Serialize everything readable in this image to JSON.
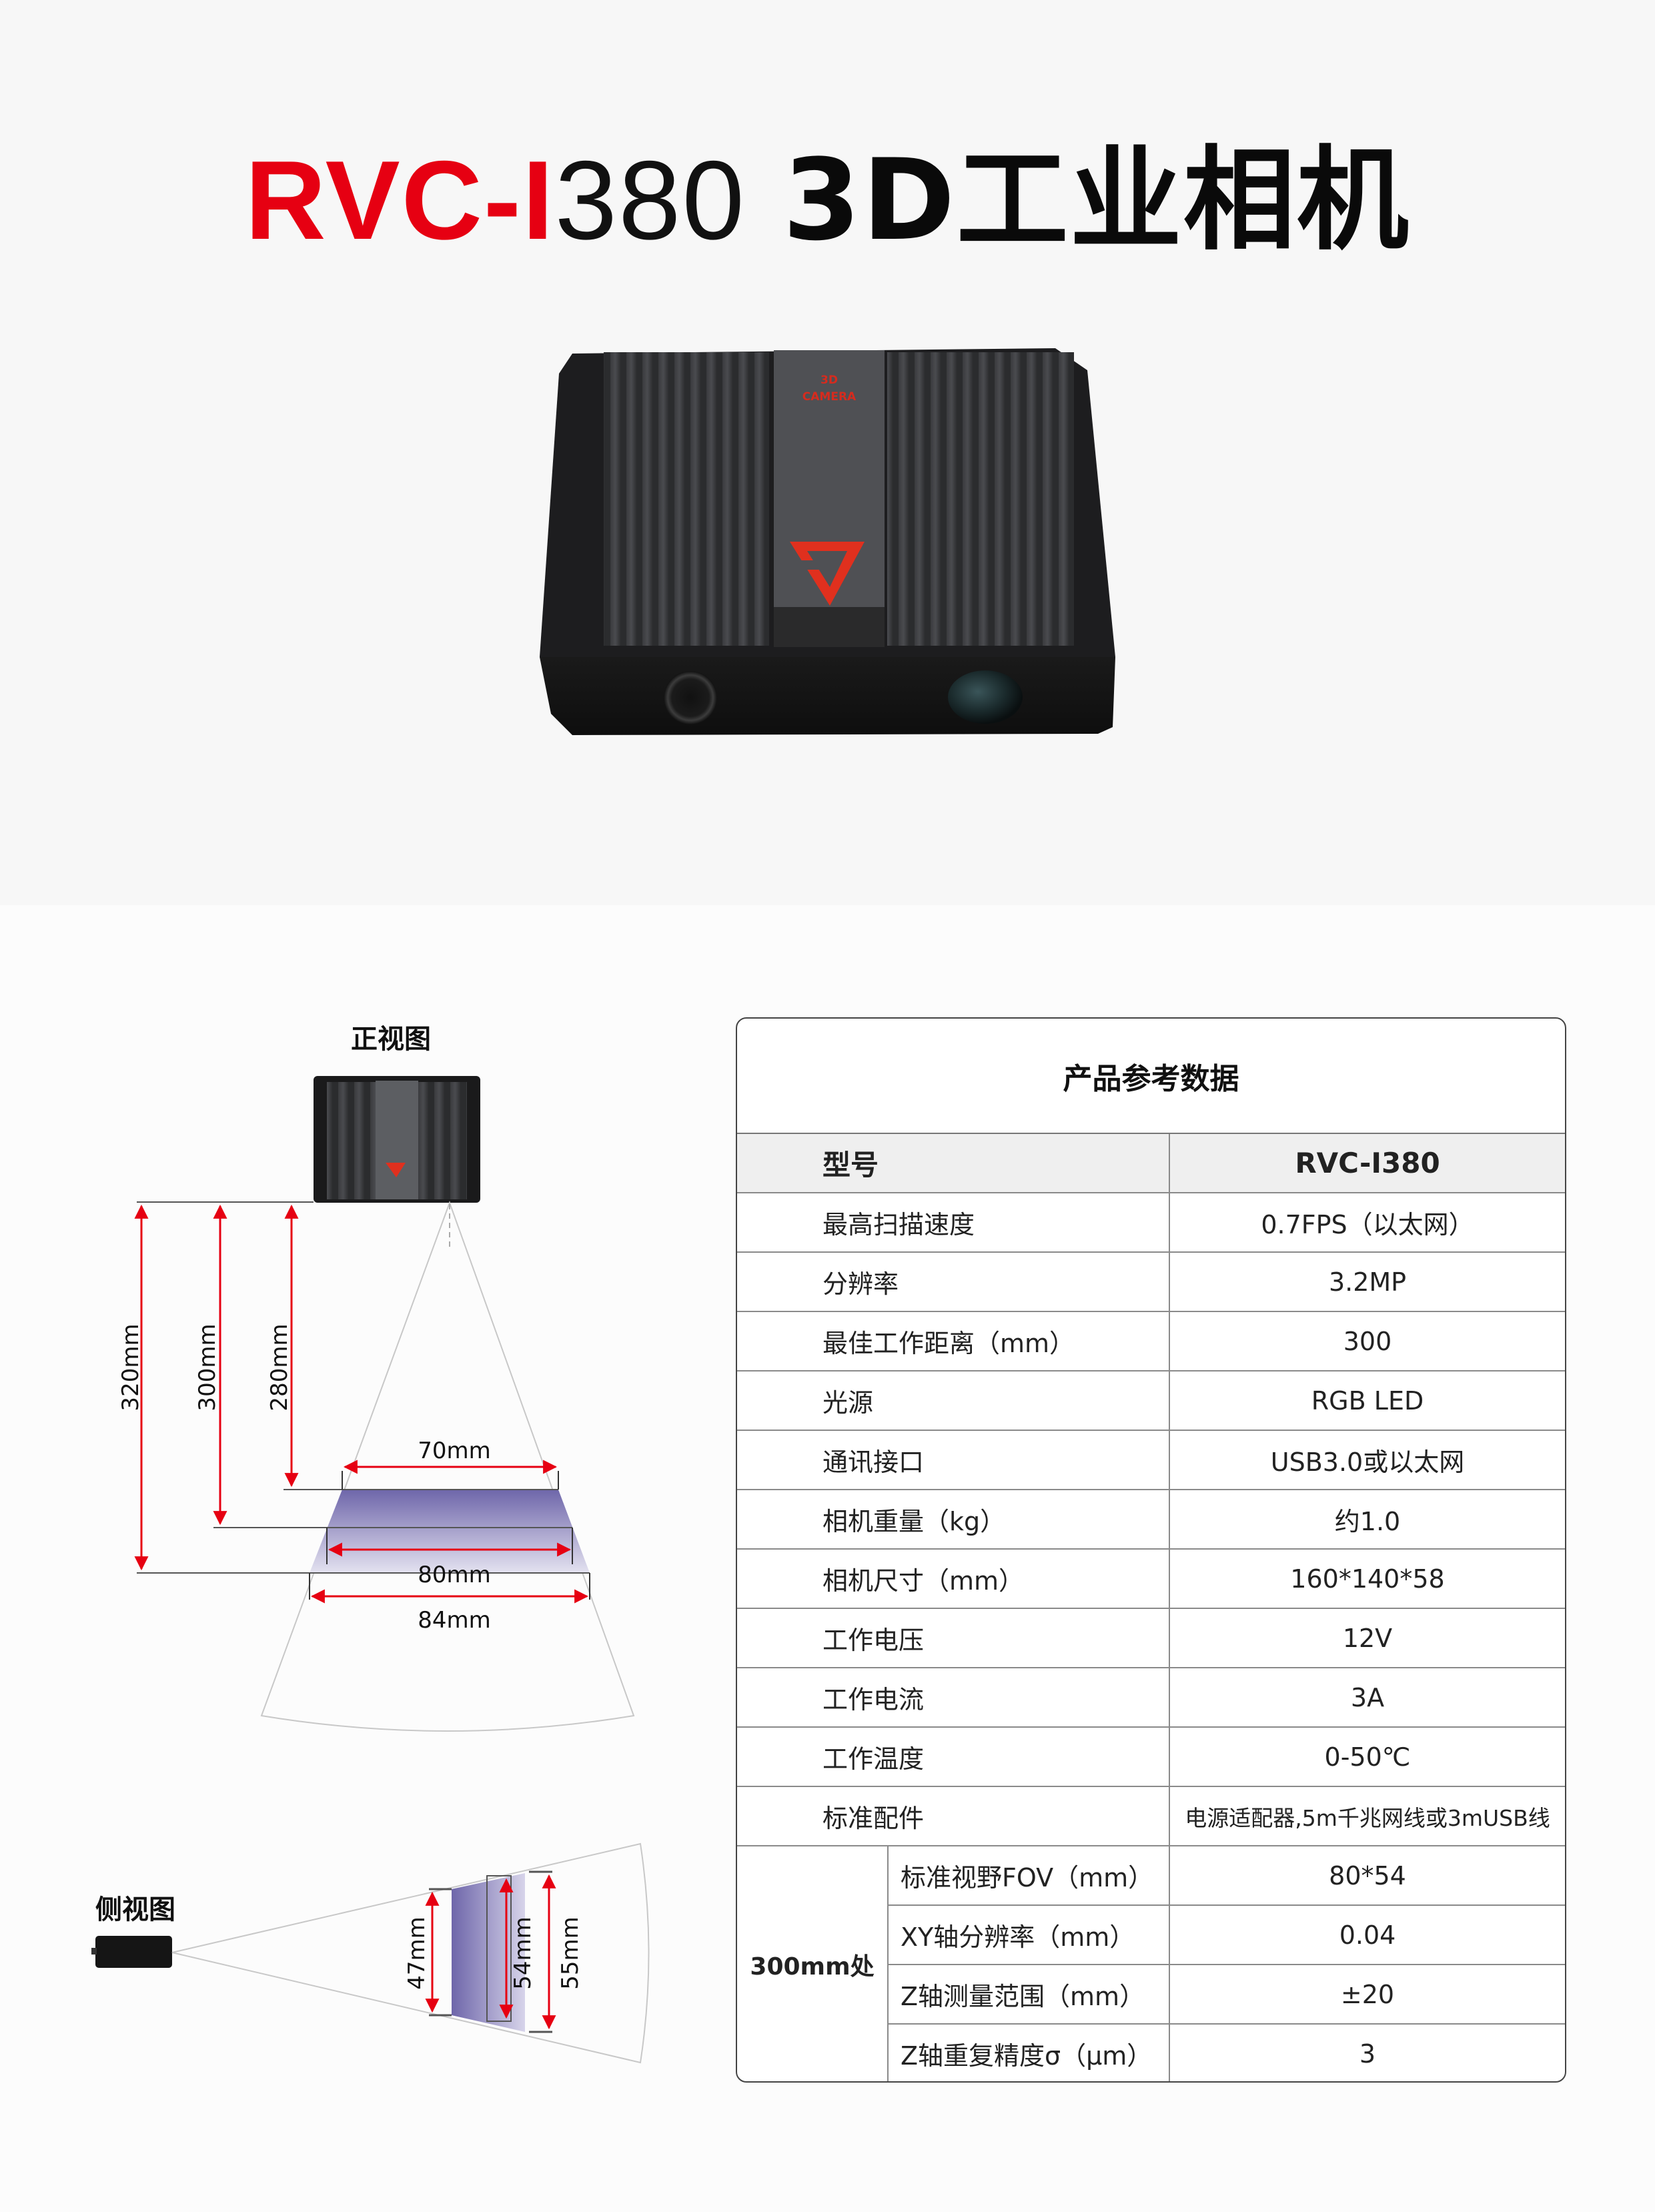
{
  "hero": {
    "title_brand": "RVC-I",
    "title_model_num": "380",
    "title_suffix": "3D工业相机",
    "camera_label_line1": "3D",
    "camera_label_line2": "CAMERA",
    "colors": {
      "brand_red": "#e60012",
      "hero_bg": "#f7f7f7",
      "body_bg": "#fcfcfc",
      "fov_purple": "#6e66aa"
    }
  },
  "front_view": {
    "label": "正视图",
    "depth_labels": [
      "320mm",
      "300mm",
      "280mm"
    ],
    "width_labels": [
      "70mm",
      "80mm",
      "84mm"
    ]
  },
  "side_view": {
    "label": "侧视图",
    "height_labels": [
      "47mm",
      "54mm",
      "55mm"
    ]
  },
  "spec_table": {
    "title": "产品参考数据",
    "header": {
      "label": "型号",
      "value": "RVC-I380"
    },
    "rows": [
      {
        "label": "最高扫描速度",
        "value": "0.7FPS（以太网）"
      },
      {
        "label": "分辨率",
        "value": "3.2MP"
      },
      {
        "label": "最佳工作距离（mm）",
        "value": "300"
      },
      {
        "label": "光源",
        "value": "RGB LED"
      },
      {
        "label": "通讯接口",
        "value": "USB3.0或以太网"
      },
      {
        "label": "相机重量（kg）",
        "value": "约1.0"
      },
      {
        "label": "相机尺寸（mm）",
        "value": "160*140*58"
      },
      {
        "label": "工作电压",
        "value": "12V"
      },
      {
        "label": "工作电流",
        "value": "3A"
      },
      {
        "label": "工作温度",
        "value": "0-50℃"
      },
      {
        "label": "标准配件",
        "value": "电源适配器,5m千兆网线或3mUSB线"
      }
    ],
    "group": {
      "label": "300mm处",
      "rows": [
        {
          "label": "标准视野FOV（mm）",
          "value": "80*54"
        },
        {
          "label": "XY轴分辨率（mm）",
          "value": "0.04"
        },
        {
          "label": "Z轴测量范围（mm）",
          "value": "±20"
        },
        {
          "label": "Z轴重复精度σ（μm）",
          "value": "3"
        }
      ]
    }
  }
}
